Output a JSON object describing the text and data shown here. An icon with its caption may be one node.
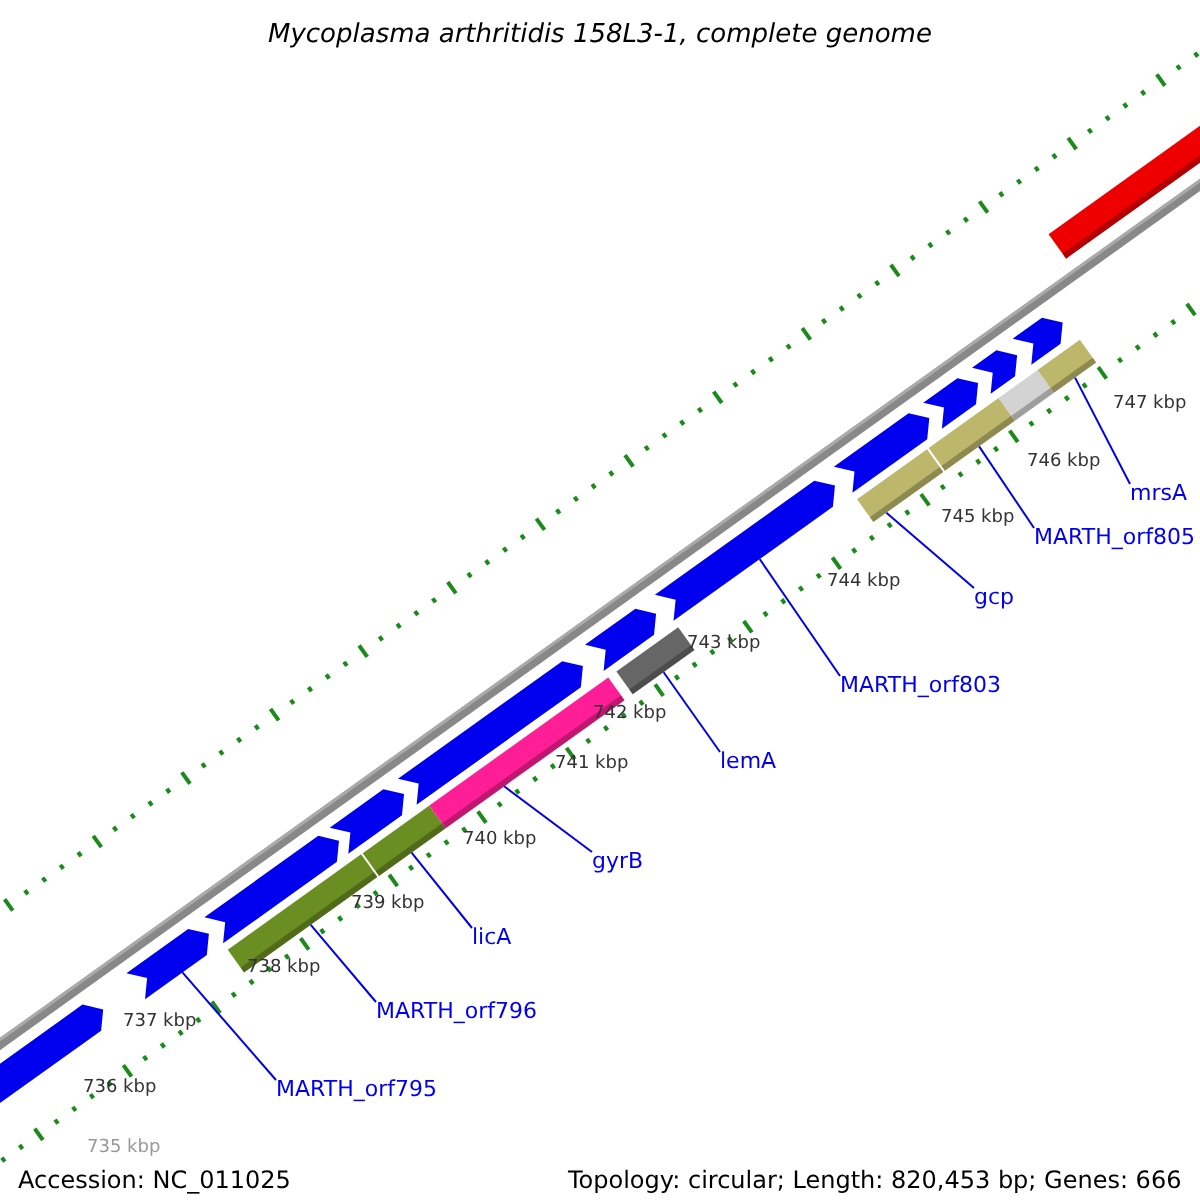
{
  "diagram": {
    "title": "Mycoplasma arthritidis 158L3-1, complete genome",
    "nodes": [
      {
        "text": [
          "MARTH_orf795"
        ]
      },
      {
        "text": [
          "MARTH_orf796"
        ]
      },
      {
        "text": [
          "licA"
        ]
      },
      {
        "text": [
          "gyrB"
        ]
      },
      {
        "text": [
          "lemA"
        ]
      },
      {
        "text": [
          "MARTH_orf803"
        ]
      },
      {
        "text": [
          "gcp"
        ]
      },
      {
        "text": [
          "MARTH_orf805"
        ]
      },
      {
        "text": [
          "mrsA"
        ]
      },
      {
        "text": [],
        "shape": "bar"
      },
      {
        "text": [],
        "shape": "arrow"
      },
      {
        "text": [],
        "shape": "arrow"
      },
      {
        "text": [],
        "shape": "arrow"
      },
      {
        "text": [],
        "shape": "arrow"
      },
      {
        "text": [],
        "shape": "arrow"
      },
      {
        "text": [],
        "shape": "arrow"
      },
      {
        "text": [],
        "shape": "arrow"
      },
      {
        "text": [],
        "shape": "arrow"
      },
      {
        "text": [],
        "shape": "arrow"
      },
      {
        "text": [],
        "shape": "arrow"
      },
      {
        "text": [],
        "shape": "arrow"
      },
      {
        "text": [],
        "shape": "bar"
      },
      {
        "text": [],
        "shape": "bar"
      },
      {
        "text": [],
        "shape": "bar"
      },
      {
        "text": [],
        "shape": "bar"
      },
      {
        "text": [],
        "shape": "bar"
      },
      {
        "text": [],
        "shape": "bar"
      },
      {
        "text": [],
        "shape": "bar"
      },
      {
        "text": [],
        "shape": "bar"
      }
    ],
    "edges": [
      {
        "from": 0,
        "to": 11,
        "arrow": "none"
      },
      {
        "from": 1,
        "to": 21,
        "arrow": "none"
      },
      {
        "from": 2,
        "to": 22,
        "arrow": "none"
      },
      {
        "from": 3,
        "to": 23,
        "arrow": "none"
      },
      {
        "from": 4,
        "to": 24,
        "arrow": "none"
      },
      {
        "from": 5,
        "to": 16,
        "arrow": "none"
      },
      {
        "from": 6,
        "to": 25,
        "arrow": "none"
      },
      {
        "from": 7,
        "to": 26,
        "arrow": "none"
      },
      {
        "from": 8,
        "to": 28,
        "arrow": "none"
      }
    ],
    "labels": [
      "747 kbp",
      "746 kbp",
      "745 kbp",
      "744 kbp",
      "743 kbp",
      "742 kbp",
      "741 kbp",
      "740 kbp",
      "739 kbp",
      "738 kbp",
      "737 kbp",
      "736 kbp",
      "735 kbp",
      "Accession: NC_011025",
      "Topology: circular; Length: 820,453 bp; Genes: 666"
    ]
  }
}
